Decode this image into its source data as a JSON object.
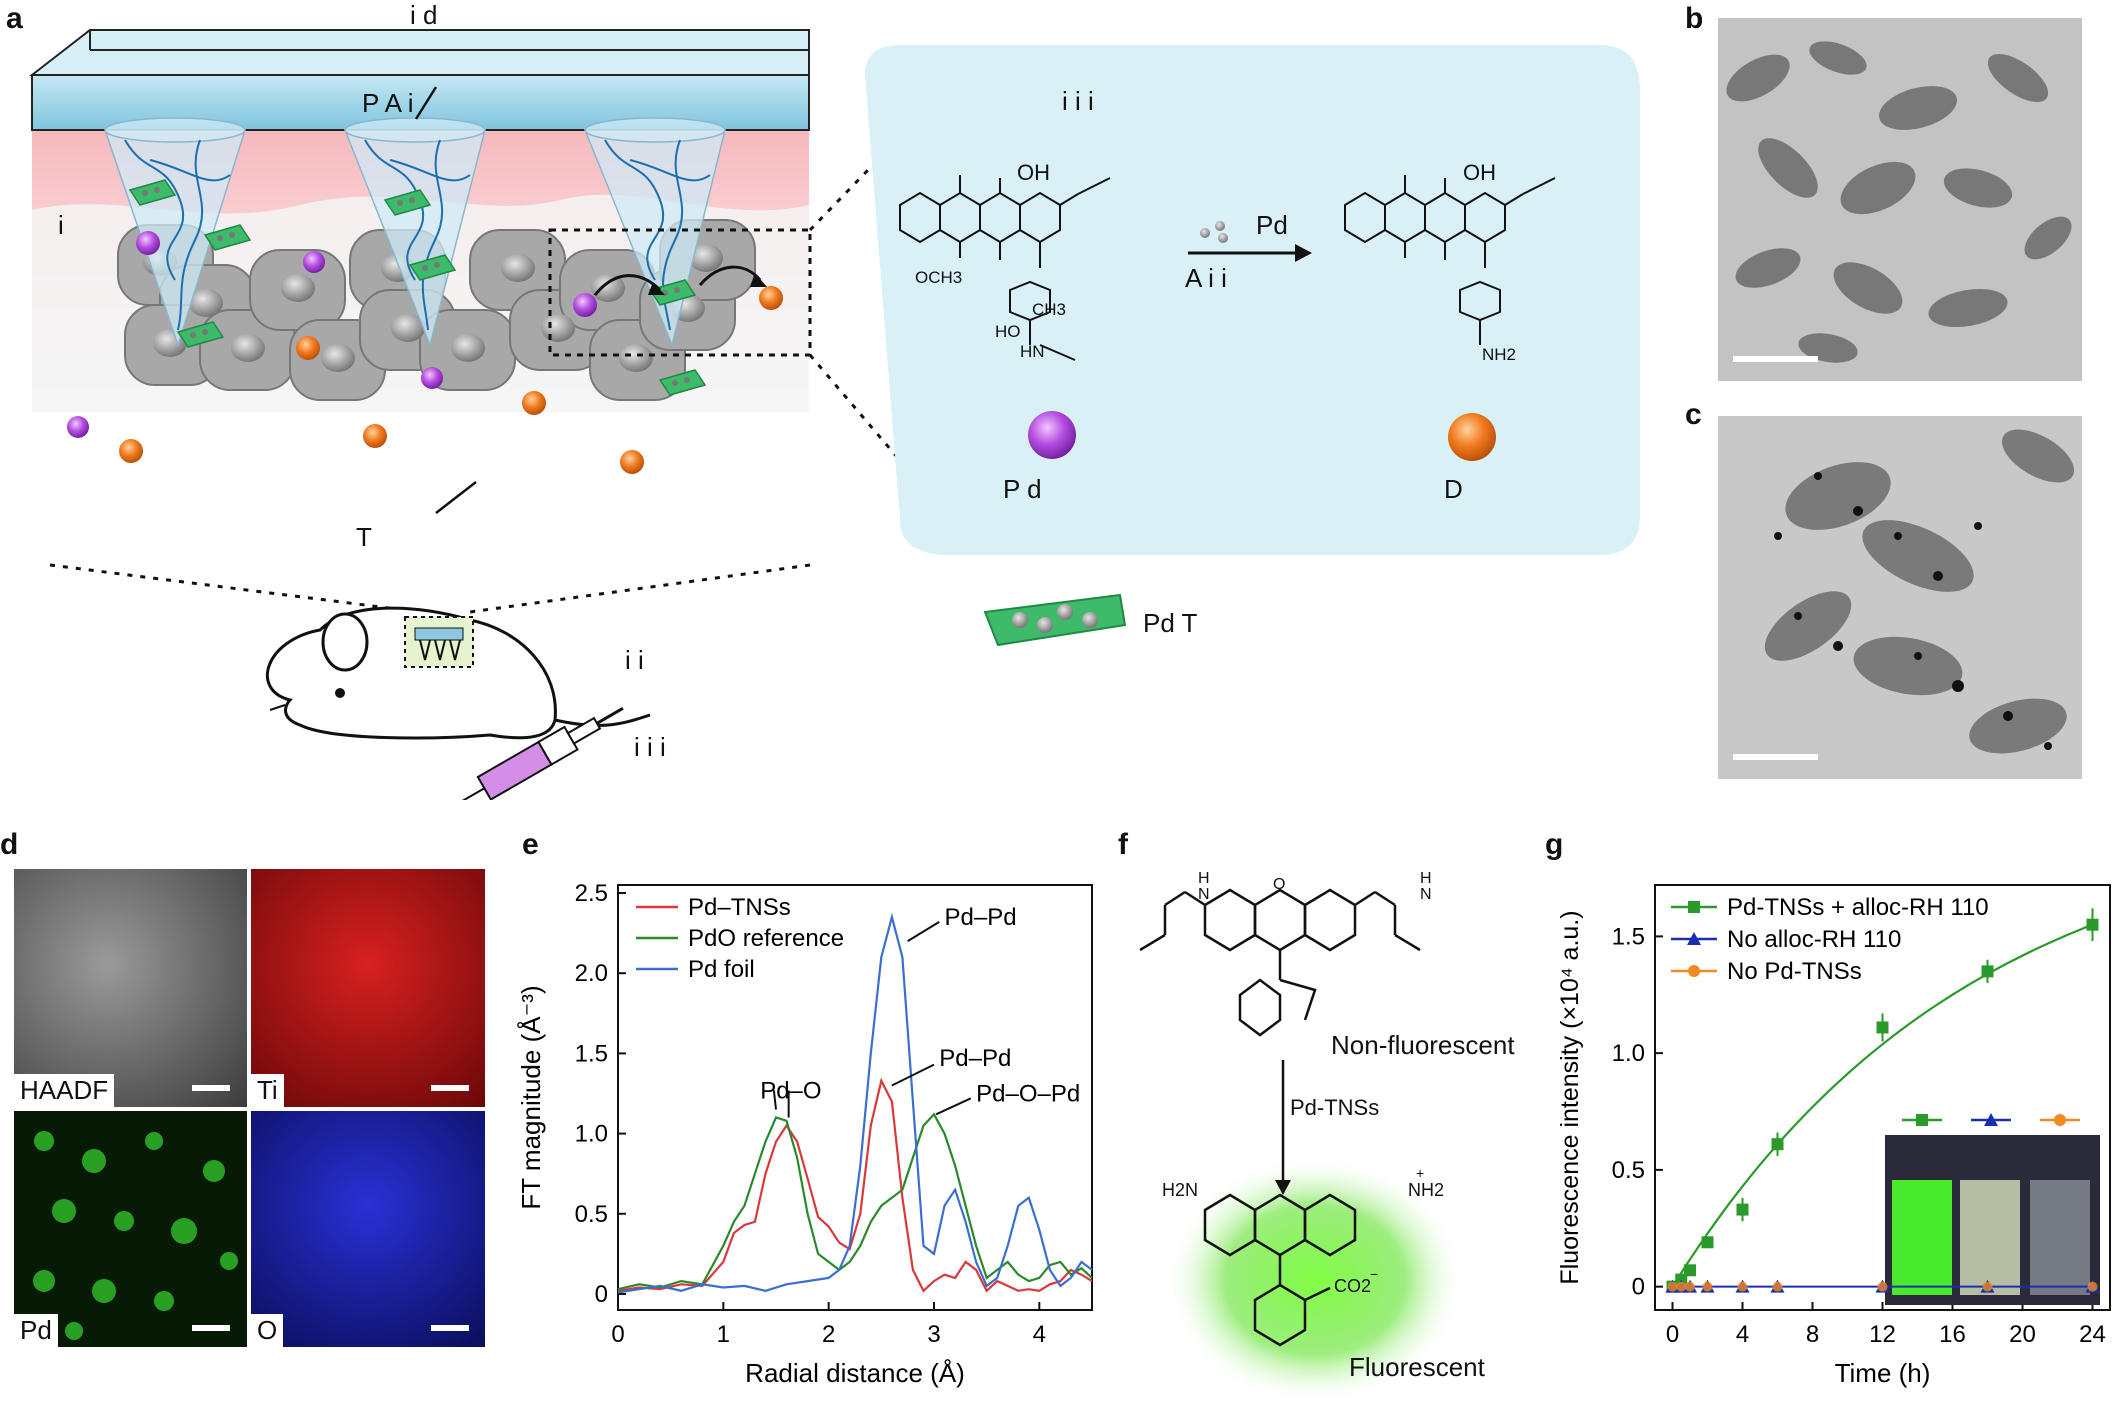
{
  "panels": {
    "a": "a",
    "b": "b",
    "c": "c",
    "d": "d",
    "e": "e",
    "f": "f",
    "g": "g"
  },
  "panel_a": {
    "top_label": "i      d",
    "label_pa": "P   A       i",
    "label_left": "i",
    "label_tissue": "T",
    "label_prodrug": "P    d",
    "label_drug": "D",
    "label_pd_cat": "Pd",
    "label_activation": "A    i         i",
    "label_legend": "Pd  T",
    "label_right1": "i        i",
    "label_right2": "i        i      i",
    "reaction_header": "i                     i                               i",
    "chem_oh1": "OH",
    "chem_oh2": "OH",
    "chem_och3": "OCH3",
    "chem_ch3": "CH3",
    "chem_ho": "HO",
    "chem_hn": "HN",
    "chem_nh2": "NH2"
  },
  "panel_d": {
    "tiles": [
      "HAADF",
      "Ti",
      "Pd",
      "O"
    ],
    "colors": {
      "haadf": "#5a5a5a",
      "ti": "#c81010",
      "pd": "#1e7a18",
      "o": "#1a22b8"
    }
  },
  "panel_f": {
    "top_label": "Non-fluorescent",
    "arrow_label": "Pd-TNSs",
    "bottom_label": "Fluorescent",
    "chem_h2n": "H2N",
    "chem_nh2": "NH2",
    "chem_co2": "CO2",
    "chem_plus": "+",
    "chem_minus": "−",
    "chem_h1": "H",
    "chem_n1": "N",
    "chem_h2": "H",
    "chem_n2": "N",
    "chem_o": "O"
  },
  "chart_data": [
    {
      "type": "line",
      "panel": "e",
      "xlabel": "Radial distance (Å)",
      "ylabel": "FT magnitude (Å⁻³)",
      "xlim": [
        0,
        4.5
      ],
      "ylim": [
        -0.1,
        2.55
      ],
      "xticks": [
        0,
        1,
        2,
        3,
        4
      ],
      "yticks": [
        0,
        0.5,
        1.0,
        1.5,
        2.0,
        2.5
      ],
      "ytick_labels": [
        "0",
        "0.5",
        "1.0",
        "1.5",
        "2.0",
        "2.5"
      ],
      "legend": "top-left",
      "series": [
        {
          "name": "Pd–TNSs",
          "color": "#d9393a",
          "x": [
            0,
            0.2,
            0.4,
            0.6,
            0.8,
            1.0,
            1.1,
            1.2,
            1.3,
            1.4,
            1.5,
            1.6,
            1.7,
            1.8,
            1.9,
            2.0,
            2.1,
            2.2,
            2.3,
            2.4,
            2.5,
            2.6,
            2.7,
            2.8,
            2.9,
            3.0,
            3.1,
            3.2,
            3.3,
            3.4,
            3.5,
            3.6,
            3.7,
            3.8,
            3.9,
            4.0,
            4.1,
            4.2,
            4.3,
            4.4,
            4.5
          ],
          "y": [
            0.02,
            0.04,
            0.03,
            0.06,
            0.05,
            0.2,
            0.38,
            0.43,
            0.45,
            0.75,
            0.95,
            1.05,
            0.95,
            0.72,
            0.48,
            0.42,
            0.32,
            0.28,
            0.5,
            1.05,
            1.33,
            1.2,
            0.6,
            0.15,
            0.02,
            0.08,
            0.12,
            0.1,
            0.2,
            0.15,
            0.02,
            0.08,
            0.05,
            0.02,
            0.03,
            0.02,
            0.06,
            0.08,
            0.15,
            0.12,
            0.08
          ]
        },
        {
          "name": "PdO reference",
          "color": "#2a8a2a",
          "x": [
            0,
            0.2,
            0.4,
            0.6,
            0.8,
            1.0,
            1.1,
            1.2,
            1.3,
            1.4,
            1.5,
            1.6,
            1.7,
            1.8,
            1.9,
            2.0,
            2.1,
            2.2,
            2.3,
            2.4,
            2.5,
            2.6,
            2.7,
            2.8,
            2.9,
            3.0,
            3.1,
            3.2,
            3.3,
            3.4,
            3.5,
            3.6,
            3.7,
            3.8,
            3.9,
            4.0,
            4.1,
            4.2,
            4.3,
            4.4,
            4.5
          ],
          "y": [
            0.03,
            0.06,
            0.04,
            0.08,
            0.06,
            0.3,
            0.45,
            0.55,
            0.75,
            0.95,
            1.1,
            1.08,
            0.85,
            0.5,
            0.25,
            0.2,
            0.15,
            0.2,
            0.3,
            0.45,
            0.55,
            0.6,
            0.65,
            0.85,
            1.05,
            1.12,
            1.0,
            0.8,
            0.55,
            0.3,
            0.1,
            0.15,
            0.2,
            0.12,
            0.08,
            0.1,
            0.18,
            0.2,
            0.12,
            0.16,
            0.1
          ]
        },
        {
          "name": "Pd foil",
          "color": "#3a6fd0",
          "x": [
            0,
            0.2,
            0.4,
            0.6,
            0.8,
            1.0,
            1.2,
            1.4,
            1.6,
            1.8,
            2.0,
            2.1,
            2.2,
            2.3,
            2.4,
            2.5,
            2.6,
            2.7,
            2.8,
            2.9,
            3.0,
            3.1,
            3.2,
            3.3,
            3.4,
            3.5,
            3.6,
            3.7,
            3.8,
            3.9,
            4.0,
            4.1,
            4.2,
            4.3,
            4.4,
            4.5
          ],
          "y": [
            0.01,
            0.03,
            0.05,
            0.02,
            0.06,
            0.04,
            0.05,
            0.02,
            0.06,
            0.08,
            0.1,
            0.15,
            0.3,
            0.8,
            1.5,
            2.1,
            2.35,
            2.1,
            1.2,
            0.3,
            0.25,
            0.55,
            0.65,
            0.45,
            0.2,
            0.05,
            0.1,
            0.3,
            0.55,
            0.6,
            0.4,
            0.15,
            0.05,
            0.1,
            0.2,
            0.15
          ]
        }
      ],
      "annotations": [
        "Pd–O",
        "Pd–Pd",
        "Pd–Pd",
        "Pd–O–Pd"
      ]
    },
    {
      "type": "scatter",
      "panel": "g",
      "xlabel": "Time (h)",
      "ylabel": "Fluorescence intensity (×10⁴ a.u.)",
      "xlim": [
        -1,
        25
      ],
      "ylim": [
        -0.1,
        1.72
      ],
      "xticks": [
        0,
        4,
        8,
        12,
        16,
        20,
        24
      ],
      "yticks": [
        0,
        0.5,
        1.0,
        1.5
      ],
      "ytick_labels": [
        "0",
        "0.5",
        "1.0",
        "1.5"
      ],
      "legend": "top-left",
      "series": [
        {
          "name": "Pd-TNSs + alloc-RH 110",
          "color": "#2a9a2a",
          "marker": "square",
          "x": [
            0,
            0.5,
            1,
            2,
            4,
            6,
            12,
            18,
            24
          ],
          "y": [
            0,
            0.03,
            0.07,
            0.19,
            0.33,
            0.61,
            1.11,
            1.35,
            1.55
          ],
          "err": [
            0.01,
            0.01,
            0.02,
            0.02,
            0.05,
            0.05,
            0.06,
            0.05,
            0.07
          ]
        },
        {
          "name": "No alloc-RH 110",
          "color": "#1a2fb0",
          "marker": "triangle",
          "x": [
            0,
            0.5,
            1,
            2,
            4,
            6,
            12,
            18,
            24
          ],
          "y": [
            0,
            0,
            0,
            0,
            0,
            0,
            0,
            0,
            0
          ]
        },
        {
          "name": "No Pd-TNSs",
          "color": "#f08a20",
          "marker": "circle",
          "x": [
            0,
            0.5,
            1,
            2,
            4,
            6,
            12,
            18,
            24
          ],
          "y": [
            0,
            0,
            0,
            0,
            0,
            0,
            0,
            0,
            0
          ]
        }
      ]
    }
  ]
}
